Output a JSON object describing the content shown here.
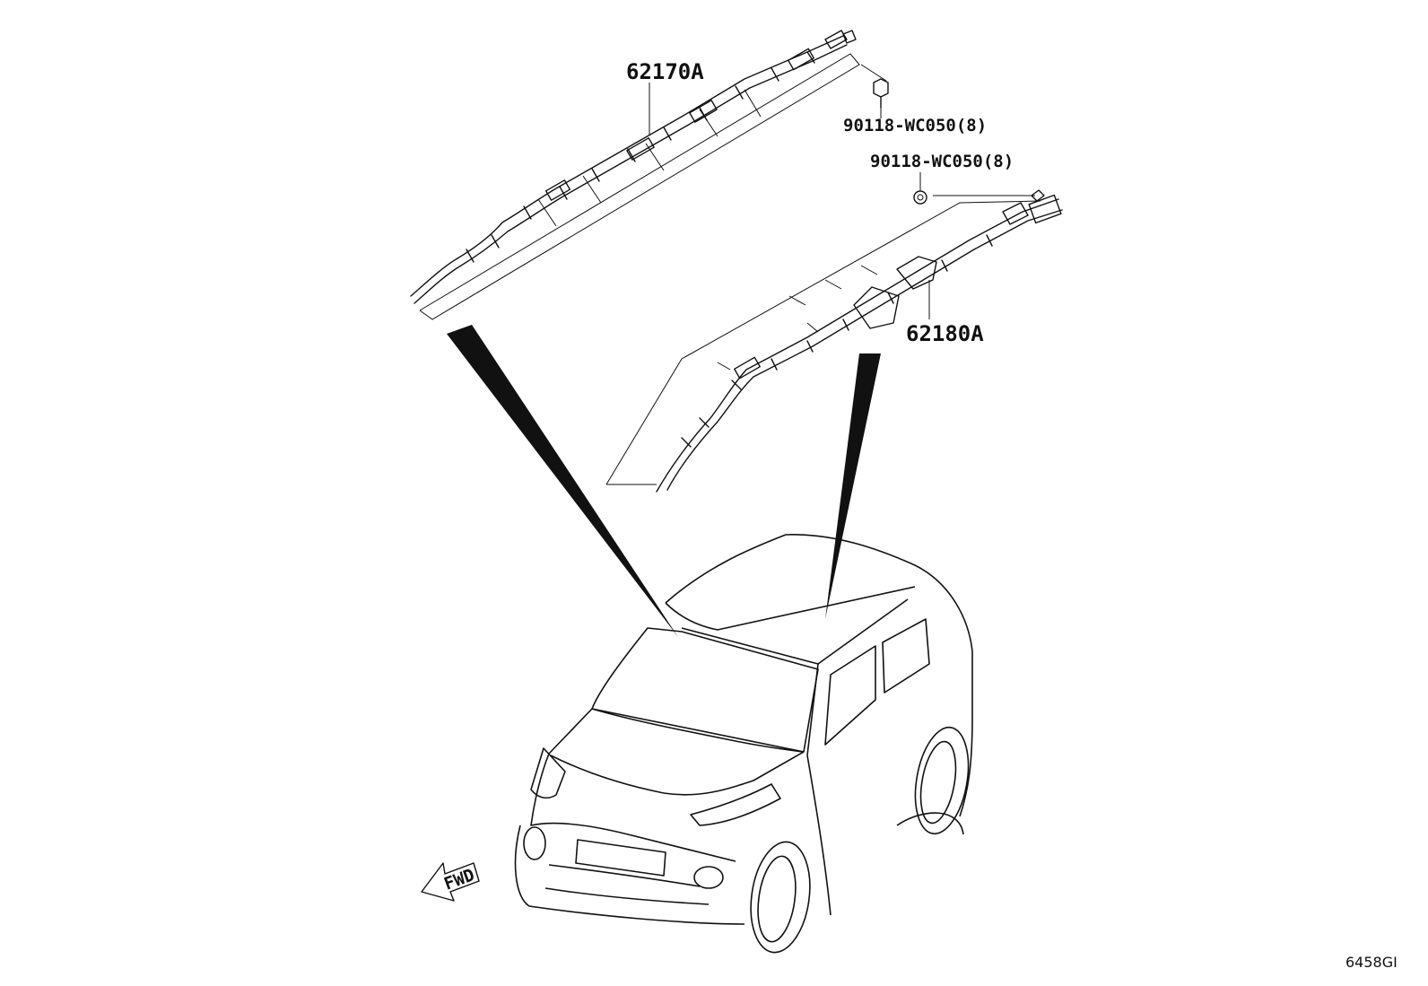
{
  "diagram": {
    "parts": [
      {
        "id": "curtain_airbag_left",
        "label": "62170A"
      },
      {
        "id": "curtain_airbag_right",
        "label": "62180A"
      },
      {
        "id": "bolt_upper",
        "label": "90118-WC050(8)"
      },
      {
        "id": "bolt_lower",
        "label": "90118-WC050(8)"
      }
    ],
    "direction_arrow": {
      "label": "FWD"
    },
    "illustration_code": "6458GI"
  },
  "colors": {
    "line": "#111111",
    "background": "#ffffff"
  }
}
